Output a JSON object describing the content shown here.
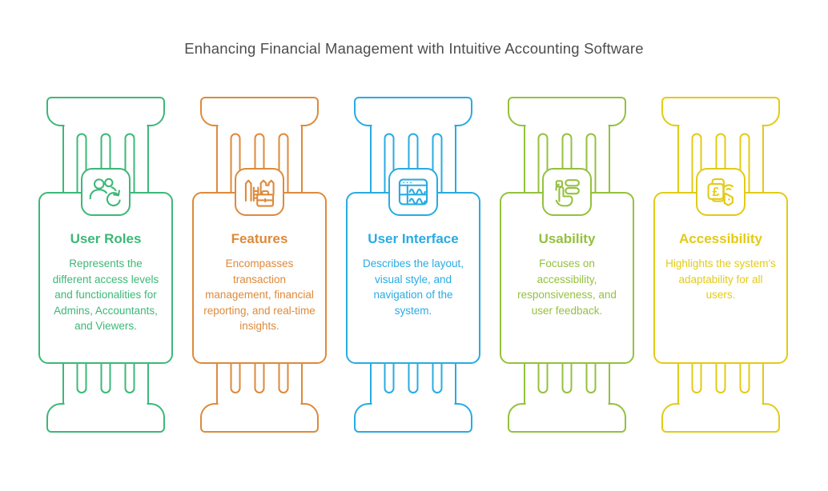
{
  "title": "Enhancing Financial Management with Intuitive Accounting Software",
  "colors": {
    "title_text": "#4d4d4d",
    "green": "#3CB878",
    "orange": "#DD8A3B",
    "blue": "#29ABE2",
    "olive": "#94C13D",
    "yellow": "#E2CB16",
    "background": "#ffffff"
  },
  "pillars": [
    {
      "title": "User Roles",
      "description": "Represents the different access levels and functionalities for Admins, Accountants, and Viewers.",
      "color": "#3CB878",
      "icon": "users-refresh-icon"
    },
    {
      "title": "Features",
      "description": "Encompasses transaction management, financial reporting, and real-time insights.",
      "color": "#DD8A3B",
      "icon": "city-briefcase-icon"
    },
    {
      "title": "User Interface",
      "description": "Describes the layout, visual style, and navigation of the system.",
      "color": "#29ABE2",
      "icon": "browser-chart-icon"
    },
    {
      "title": "Usability",
      "description": "Focuses on accessibility, responsiveness, and user feedback.",
      "color": "#94C13D",
      "icon": "tap-hand-icon"
    },
    {
      "title": "Accessibility",
      "description": "Highlights the system's adaptability for all users.",
      "color": "#E2CB16",
      "icon": "contactless-payment-icon"
    }
  ]
}
